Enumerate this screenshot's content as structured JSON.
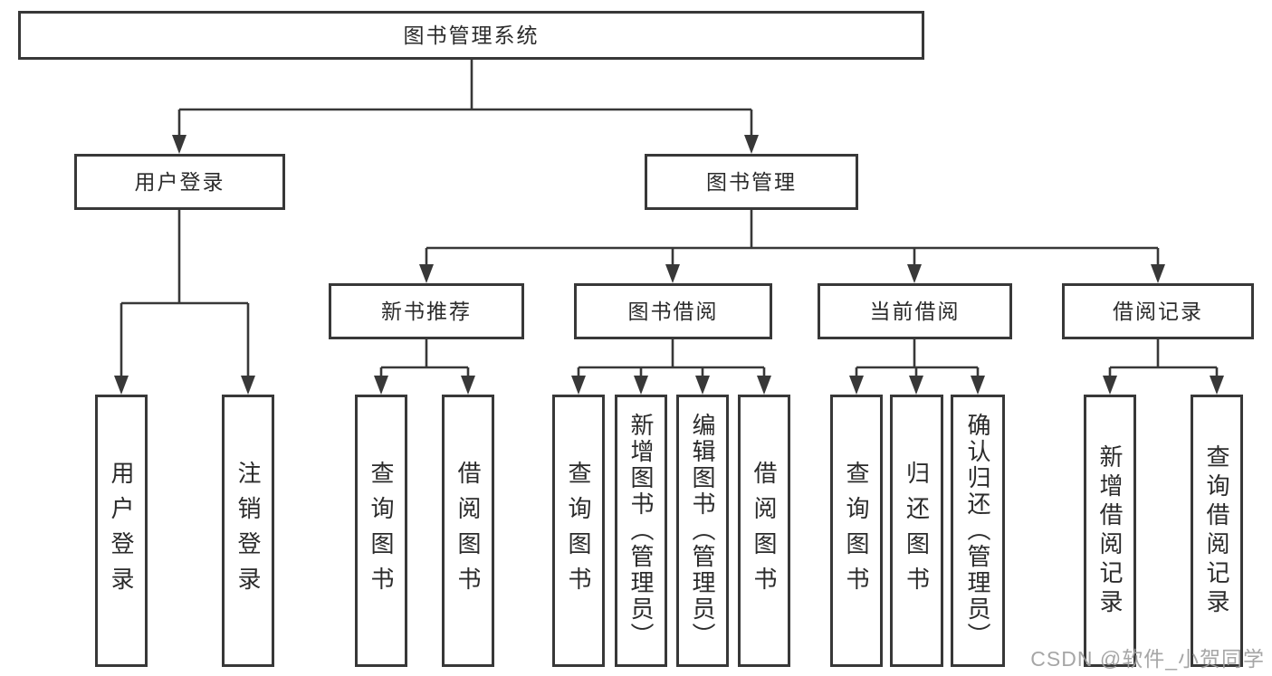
{
  "diagram": {
    "type": "tree",
    "title": "图书管理系统",
    "root": {
      "label": "图书管理系统"
    },
    "level2": [
      {
        "label": "用户登录"
      },
      {
        "label": "图书管理"
      }
    ],
    "level3": [
      {
        "label": "新书推荐",
        "parent": "图书管理"
      },
      {
        "label": "图书借阅",
        "parent": "图书管理"
      },
      {
        "label": "当前借阅",
        "parent": "图书管理"
      },
      {
        "label": "借阅记录",
        "parent": "图书管理"
      }
    ],
    "leaves": [
      {
        "label": "用户登录",
        "parent": "用户登录"
      },
      {
        "label": "注销登录",
        "parent": "用户登录"
      },
      {
        "label": "查询图书",
        "parent": "新书推荐"
      },
      {
        "label": "借阅图书",
        "parent": "新书推荐"
      },
      {
        "label": "查询图书",
        "parent": "图书借阅"
      },
      {
        "label": "新增图书（管理员）",
        "parent": "图书借阅"
      },
      {
        "label": "编辑图书（管理员）",
        "parent": "图书借阅"
      },
      {
        "label": "借阅图书",
        "parent": "图书借阅"
      },
      {
        "label": "查询图书",
        "parent": "当前借阅"
      },
      {
        "label": "归还图书",
        "parent": "当前借阅"
      },
      {
        "label": "确认归还（管理员）",
        "parent": "当前借阅"
      },
      {
        "label": "新增借阅记录",
        "parent": "借阅记录"
      },
      {
        "label": "查询借阅记录",
        "parent": "借阅记录"
      }
    ],
    "colors": {
      "line": "#383838",
      "box_border": "#383838",
      "text": "#2b2b2b",
      "background": "#ffffff",
      "watermark": "#9e9e9e"
    }
  },
  "watermark": {
    "text": "CSDN @软件_小贺同学"
  }
}
